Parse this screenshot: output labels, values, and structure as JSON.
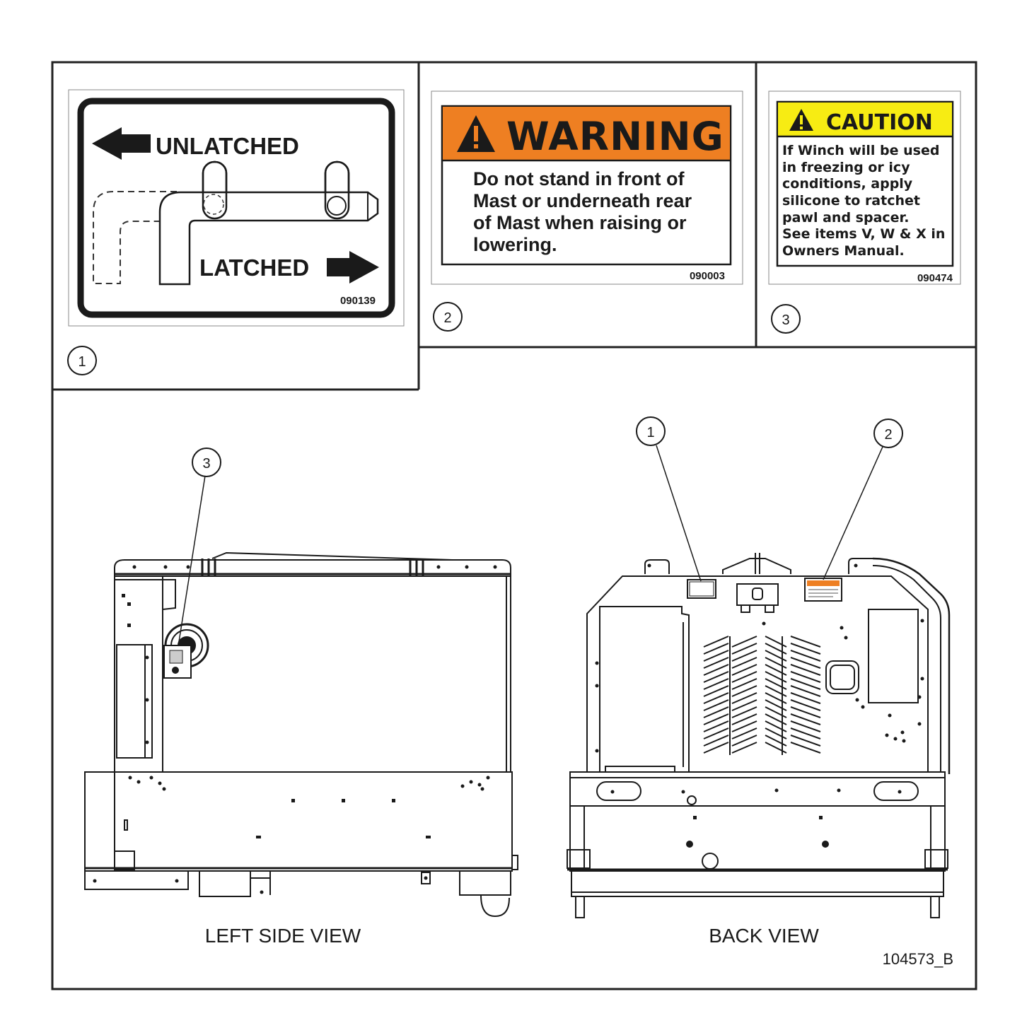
{
  "decals": {
    "latch": {
      "unlatched": "UNLATCHED",
      "latched": "LATCHED",
      "part_number": "090139",
      "callout": "1"
    },
    "warning": {
      "header": "WARNING",
      "lines": [
        "Do not stand in front of",
        "Mast or underneath rear",
        "of Mast when raising or",
        "lowering."
      ],
      "part_number": "090003",
      "callout": "2",
      "color": "#ee7f22"
    },
    "caution": {
      "header": "CAUTION",
      "lines": [
        "If Winch will be used",
        "in freezing or icy",
        "conditions, apply",
        "silicone to ratchet",
        "pawl and spacer.",
        "See items V, W & X in",
        "Owners Manual."
      ],
      "part_number": "090474",
      "callout": "3",
      "color": "#f7ec13"
    }
  },
  "views": {
    "left": {
      "label": "LEFT SIDE VIEW",
      "callout": "3"
    },
    "back": {
      "label": "BACK VIEW",
      "callout_1": "1",
      "callout_2": "2"
    }
  },
  "drawing_number": "104573_B"
}
